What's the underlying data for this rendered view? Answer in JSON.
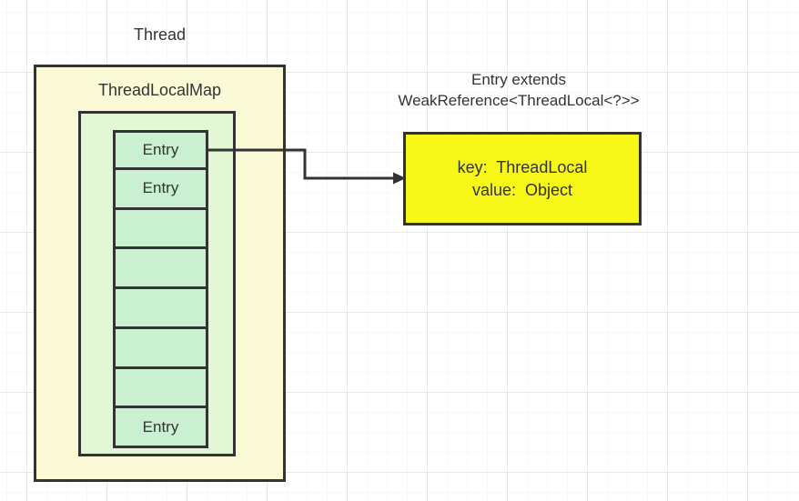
{
  "diagram": {
    "thread_label": "Thread",
    "map": {
      "title": "ThreadLocalMap",
      "cells": [
        "Entry",
        "Entry",
        "",
        "",
        "",
        "",
        "",
        "Entry"
      ]
    },
    "annotation": {
      "line1": "Entry extends",
      "line2": "WeakReference<ThreadLocal<?>>"
    },
    "entry_box": {
      "key_line": "key:  ThreadLocal",
      "value_line": "value:  Object"
    },
    "colors": {
      "outer_box_fill": "#fafad6",
      "inner_box_fill": "#e4f7d4",
      "cell_fill": "#c9f0d1",
      "entry_box_fill": "#f7f718",
      "border": "#333333",
      "text": "#333333"
    }
  }
}
